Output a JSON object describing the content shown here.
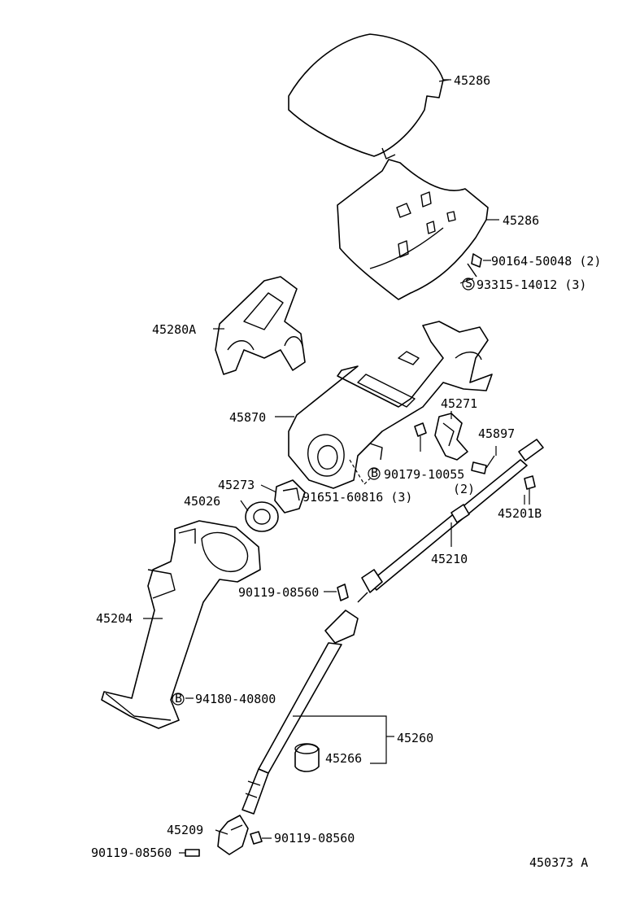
{
  "callouts": {
    "cover_upper": "45286",
    "cover_lower": "45286",
    "screw_a": "90164-50048 (2)",
    "screw_b": "93315-14012 (3)",
    "s_marker": "S",
    "bracket_a": "45280A",
    "column_assy": "45870",
    "bracket_b": "45271",
    "bolt_a": "45897",
    "nut_a": "90179-10055",
    "nut_a_qty": "(2)",
    "b_marker": "B",
    "bolt_b": "91651-60816 (3)",
    "bearing": "45273",
    "seal": "45026",
    "shaft_upper_sub": "45201B",
    "main_shaft": "45210",
    "bolt_c": "90119-08560",
    "column_tube": "45204",
    "b_marker_2": "B",
    "bolt_d": "94180-40800",
    "intermediate_shaft": "45260",
    "grommet": "45266",
    "yoke": "45209",
    "bolt_e": "90119-08560",
    "bolt_f": "90119-08560",
    "figure_number": "450373 A"
  }
}
